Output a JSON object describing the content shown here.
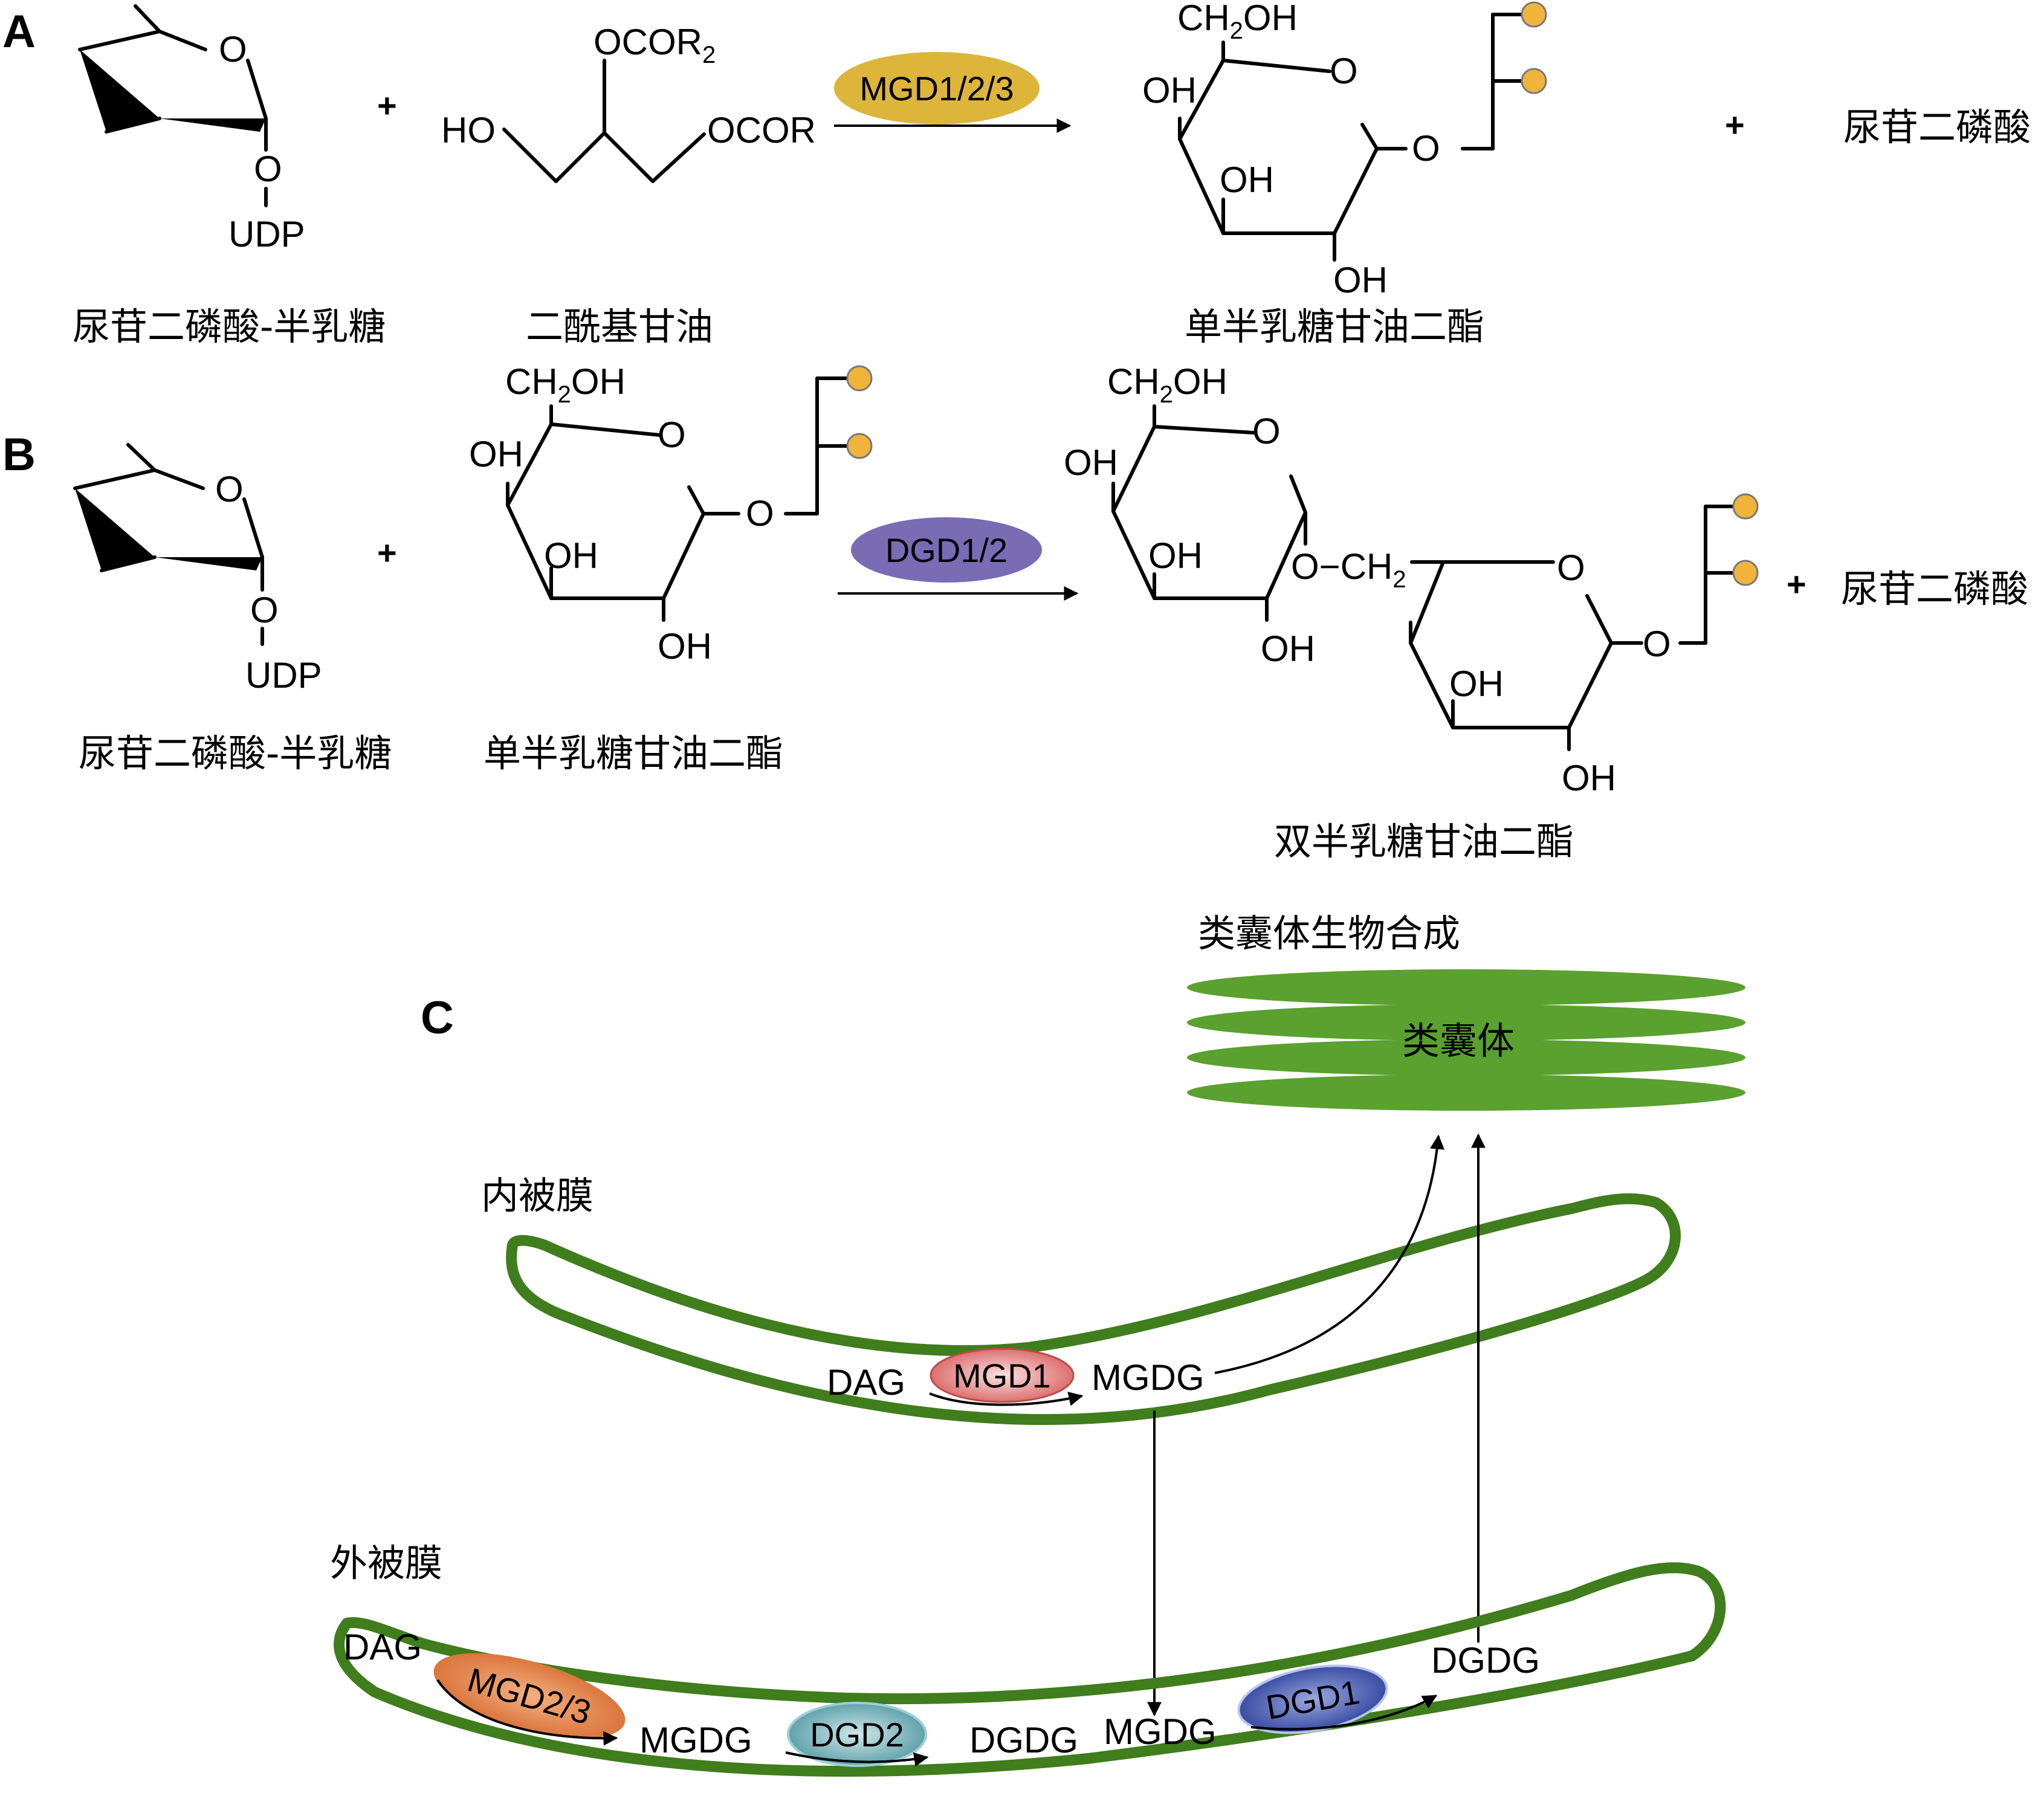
{
  "panels": {
    "a": "A",
    "b": "B",
    "c": "C"
  },
  "chem": {
    "oh": "OH",
    "ring_o": "O",
    "link_o": "O",
    "udp": "UDP",
    "ho": "HO",
    "ch2oh_ch": "CH",
    "ch2oh_sub": "2",
    "ch2oh_oh": "OH",
    "ocor2_main": "OCOR",
    "ocor2_sub": "2",
    "ocor": "OCOR",
    "o_ch2_main": "O−CH",
    "o_ch2_sub": "2",
    "plus": "+"
  },
  "reaction_a": {
    "reactant1_label": "尿苷二磷酸-半乳糖",
    "reactant2_label": "二酰基甘油",
    "enzyme": "MGD1/2/3",
    "product_label": "单半乳糖甘油二酯",
    "byproduct": "尿苷二磷酸"
  },
  "reaction_b": {
    "reactant1_label": "尿苷二磷酸-半乳糖",
    "reactant2_label": "单半乳糖甘油二酯",
    "enzyme": "DGD1/2",
    "product_label": "双半乳糖甘油二酯",
    "byproduct": "尿苷二磷酸"
  },
  "panel_c": {
    "thylakoid_title": "类囊体生物合成",
    "thylakoid_label": "类囊体",
    "inner_membrane_label": "内被膜",
    "outer_membrane_label": "外被膜",
    "inner": {
      "dag": "DAG",
      "enzyme": "MGD1",
      "mgdg": "MGDG"
    },
    "outer": {
      "dag": "DAG",
      "enzyme_1": "MGD2/3",
      "mgdg_1": "MGDG",
      "enzyme_2": "DGD2",
      "dgdg_1": "DGDG",
      "mgdg_2": "MGDG",
      "enzyme_3": "DGD1",
      "dgdg_2": "DGDG"
    }
  },
  "colors": {
    "mgd123": "#dcb53a",
    "dgd12": "#7a6bb5",
    "lipid_dot": "#f0b43a",
    "membrane": "#3f7d1d",
    "thylakoid": "#5aa12f",
    "mgd1": "#e07070",
    "mgd23": "#e0844a",
    "dgd2": "#6aaab4",
    "dgd1": "#3c4fa8"
  }
}
